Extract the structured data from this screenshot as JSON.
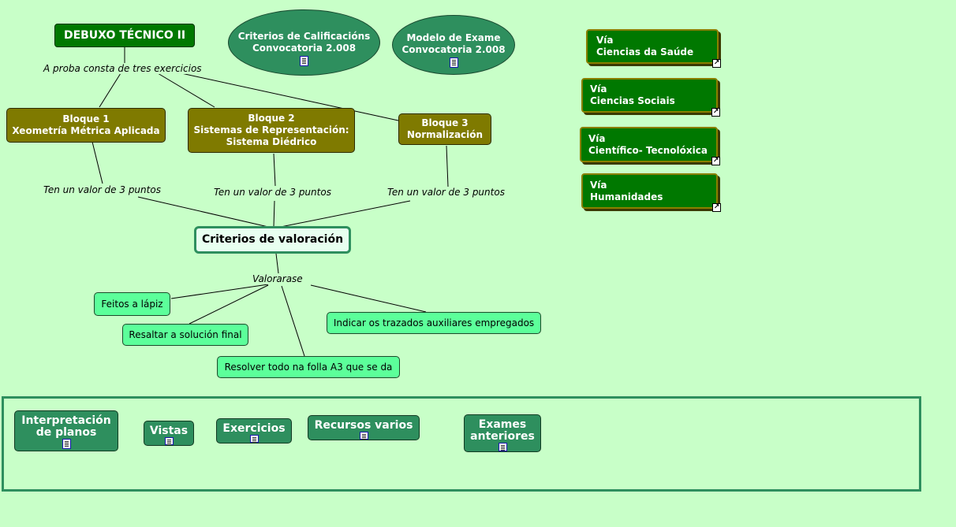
{
  "title": "DEBUXO TÉCNICO II",
  "intro_link": "A proba consta de tres exercicios",
  "documents": [
    {
      "line1": "Criterios de Calificacións",
      "line2": "Convocatoria 2.008",
      "icon": "document-icon"
    },
    {
      "line1": "Modelo de Exame",
      "line2": "Convocatoria 2.008",
      "icon": "document-icon"
    }
  ],
  "bloques": [
    {
      "line1": "Bloque 1",
      "line2": "Xeometría Métrica Aplicada",
      "line3": ""
    },
    {
      "line1": "Bloque 2",
      "line2": "Sistemas de Representación:",
      "line3": "Sistema Diédrico"
    },
    {
      "line1": "Bloque 3",
      "line2": "Normalización",
      "line3": ""
    }
  ],
  "value_labels": [
    "Ten un valor de 3 puntos",
    "Ten un valor de 3 puntos",
    "Ten un valor de 3 puntos"
  ],
  "criterios": "Criterios de valoración",
  "valorarase": "Valorarase",
  "leaves": [
    "Feitos a lápiz",
    "Resaltar a solución final",
    "Resolver todo na folla A3 que se da",
    "Indicar os trazados auxiliares empregados"
  ],
  "vias": [
    {
      "line1": "Vía",
      "line2": "Ciencias da Saúde"
    },
    {
      "line1": "Vía",
      "line2": "Ciencias Sociais"
    },
    {
      "line1": "Vía",
      "line2": "Científico- Tecnolóxica"
    },
    {
      "line1": "Vía",
      "line2": "Humanidades"
    }
  ],
  "shortcut_icon": "shortcut-arrow-icon",
  "resources": [
    {
      "line1": "Interpretación",
      "line2": "de planos"
    },
    {
      "line1": "Vistas",
      "line2": ""
    },
    {
      "line1": "Exercicios",
      "line2": ""
    },
    {
      "line1": "Recursos varios",
      "line2": ""
    },
    {
      "line1": "Exames",
      "line2": "anteriores"
    }
  ],
  "colors": {
    "background": "#c8ffc8",
    "title_green": "#007800",
    "bloque_olive": "#7f7a00",
    "teal": "#2e8f5e",
    "leaf_green": "#5cff9a"
  }
}
